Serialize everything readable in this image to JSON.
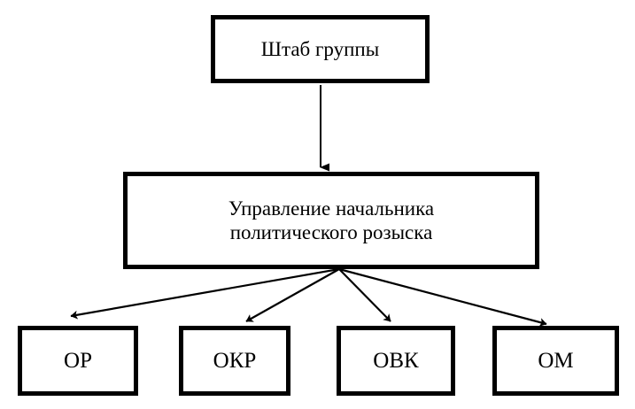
{
  "diagram": {
    "type": "organizational-hierarchy",
    "background_color": "#ffffff",
    "line_color": "#000000",
    "box_border_color": "#000000",
    "box_fill_color": "#ffffff",
    "nodes": {
      "root": {
        "label": "Штаб группы"
      },
      "department": {
        "label": "Управление начальника\nполитического розыска"
      },
      "leaves": [
        {
          "label": "ОР"
        },
        {
          "label": "ОКР"
        },
        {
          "label": "ОВК"
        },
        {
          "label": "ОМ"
        }
      ]
    },
    "edges": [
      {
        "from": "root",
        "to": "department",
        "style": "arrow-down"
      },
      {
        "from": "department",
        "to": "leaf-0",
        "style": "arrow"
      },
      {
        "from": "department",
        "to": "leaf-1",
        "style": "arrow"
      },
      {
        "from": "department",
        "to": "leaf-2",
        "style": "arrow"
      },
      {
        "from": "department",
        "to": "leaf-3",
        "style": "arrow"
      }
    ]
  }
}
